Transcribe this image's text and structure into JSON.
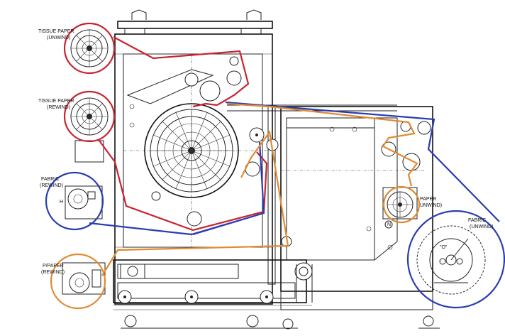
{
  "labels": {
    "tissue_unwind_l1": "TISSUE PAPER",
    "tissue_unwind_l2": "(UNWIND)",
    "tissue_rewind_l1": "TISSUE PAPER",
    "tissue_rewind_l2": "(REWIND)",
    "fabric_rewind_l1": "FABRIC",
    "fabric_rewind_l2": "(REWIND)",
    "paper_rewind_l1": "P/PAPER",
    "paper_rewind_l2": "(REWIND)",
    "paper_unwind_l1": "PAPER",
    "paper_unwind_l2": "UNWIND)",
    "fabric_unwind_l1": "FABRIC",
    "fabric_unwind_l2": "(UNWIND)",
    "drum_marker": "\"O\"",
    "small_n": "N",
    "small_h": "H"
  },
  "colors": {
    "tissue_path": "#c8242f",
    "fabric_path": "#2a3db0",
    "paper_path": "#e08a32",
    "drawing": "#222222"
  }
}
